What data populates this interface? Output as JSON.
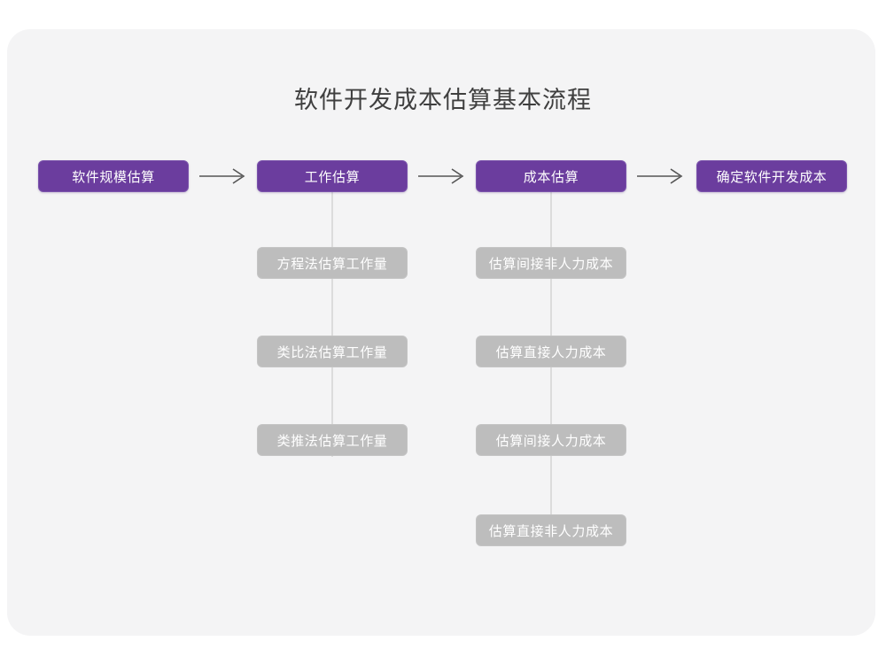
{
  "page": {
    "background_color": "#ffffff",
    "panel_color": "#f4f4f5"
  },
  "title": "软件开发成本估算基本流程",
  "colors": {
    "stage_fill": "#6b3d9e",
    "stage_border": "#7a52ab",
    "sub_fill": "#bdbdbd",
    "sub_text": "#ffffff",
    "connector": "#dcdcdc",
    "arrow": "#555555",
    "title_text": "#3f3f3f"
  },
  "chart_data": {
    "type": "diagram",
    "title": "软件开发成本估算基本流程",
    "orientation": "left-to-right, with vertical sub-step columns",
    "stages": [
      {
        "id": "stage-1",
        "label": "软件规模估算",
        "substeps": []
      },
      {
        "id": "stage-2",
        "label": "工作估算",
        "substeps": [
          "方程法估算工作量",
          "类比法估算工作量",
          "类推法估算工作量"
        ]
      },
      {
        "id": "stage-3",
        "label": "成本估算",
        "substeps": [
          "估算间接非人力成本",
          "估算直接人力成本",
          "估算间接人力成本",
          "估算直接非人力成本"
        ]
      },
      {
        "id": "stage-4",
        "label": "确定软件开发成本",
        "substeps": []
      }
    ],
    "connectors": [
      {
        "from": "stage-1",
        "to": "stage-2",
        "glyph": "arrow-right"
      },
      {
        "from": "stage-2",
        "to": "stage-3",
        "glyph": "arrow-right"
      },
      {
        "from": "stage-3",
        "to": "stage-4",
        "glyph": "arrow-right"
      }
    ]
  },
  "stages": {
    "s1": {
      "label": "软件规模估算"
    },
    "s2": {
      "label": "工作估算"
    },
    "s3": {
      "label": "成本估算"
    },
    "s4": {
      "label": "确定软件开发成本"
    }
  },
  "substeps": {
    "work": [
      {
        "label": "方程法估算工作量"
      },
      {
        "label": "类比法估算工作量"
      },
      {
        "label": "类推法估算工作量"
      }
    ],
    "cost": [
      {
        "label": "估算间接非人力成本"
      },
      {
        "label": "估算直接人力成本"
      },
      {
        "label": "估算间接人力成本"
      },
      {
        "label": "估算直接非人力成本"
      }
    ]
  },
  "icons": {
    "arrow_1": "arrow-right-icon",
    "arrow_2": "arrow-right-icon",
    "arrow_3": "arrow-right-icon"
  }
}
